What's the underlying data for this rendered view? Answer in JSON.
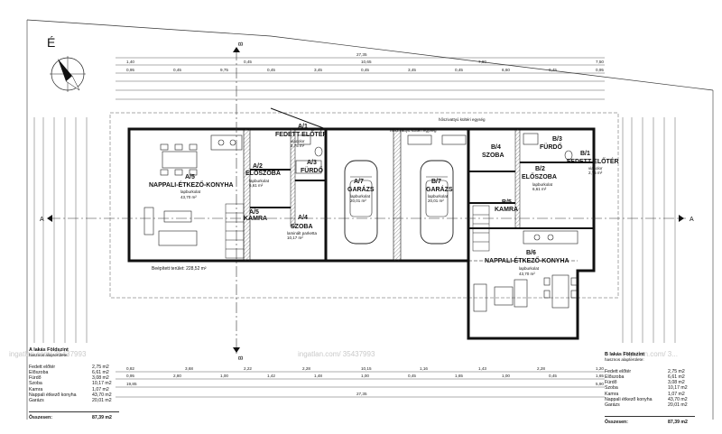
{
  "north_label": "É",
  "section_labels": {
    "a_left": "A",
    "a_right": "A",
    "b_top": "B",
    "b_bottom": "B"
  },
  "overall_dims": {
    "top": "27,35",
    "bottom": "27,35"
  },
  "rooms": {
    "a1": {
      "code": "A/1",
      "name": "FEDETT ELŐTÉR",
      "floor": "viacolor",
      "area": "2,75 m²"
    },
    "a2": {
      "code": "A/2",
      "name": "ELŐSZOBA",
      "floor": "lapburkolat",
      "area": "6,61 m²"
    },
    "a3": {
      "code": "A/3",
      "name": "FÜRDŐ"
    },
    "a4": {
      "code": "A/4",
      "name": "SZOBA",
      "floor": "laminált parketta",
      "area": "10,17 m²"
    },
    "a5": {
      "code": "A/5",
      "name": "NAPPALI-ÉTKEZŐ-KONYHA",
      "floor": "lapburkolat",
      "area": "43,70 m²"
    },
    "a55": {
      "code": "A/5",
      "name": "KAMRA"
    },
    "a7": {
      "code": "A/7",
      "name": "GARÁZS",
      "floor": "lapburkolat",
      "area": "20,01 m²"
    },
    "b7": {
      "code": "B/7",
      "name": "GARÁZS",
      "floor": "lapburkolat",
      "area": "20,01 m²"
    },
    "b1": {
      "code": "B/1",
      "name": "FEDETT ELŐTÉR",
      "floor": "viacolor",
      "area": "2,75 m²"
    },
    "b2": {
      "code": "B/2",
      "name": "ELŐSZOBA",
      "floor": "lapburkolat",
      "area": "6,61 m²"
    },
    "b3": {
      "code": "B/3",
      "name": "FÜRDŐ"
    },
    "b4": {
      "code": "B/4",
      "name": "SZOBA"
    },
    "b5": {
      "code": "B/5",
      "name": "KAMRA"
    },
    "b6": {
      "code": "B/6",
      "name": "NAPPALI-ÉTKEZŐ-KONYHA",
      "floor": "lapburkolat",
      "area": "43,70 m²"
    }
  },
  "heat_unit_label": "hőszivattyú kültéri egység",
  "built_area": "Beépített terület: 228,52 m²",
  "watermarks": [
    "ingatlan.com/ 35437993",
    "ingatlan.com/ 35437993",
    "ingatlan.com/ 3..."
  ],
  "table_a": {
    "title": "A lakás Földszint",
    "subtitle": "hasznos alapterülete:",
    "rows": [
      {
        "name": "Fedett előtér",
        "value": "2,75 m2"
      },
      {
        "name": "Előszoba",
        "value": "6,61 m2"
      },
      {
        "name": "Fürdő",
        "value": "3,08 m2"
      },
      {
        "name": "Szoba",
        "value": "10,17 m2"
      },
      {
        "name": "Kamra",
        "value": "1,07 m2"
      },
      {
        "name": "Nappali étkező konyha",
        "value": "43,70 m2"
      },
      {
        "name": "Garázs",
        "value": "20,01 m2"
      }
    ],
    "total_label": "Összesen:",
    "total_value": "87,39 m2"
  },
  "table_b": {
    "title": "B lakás Földszint",
    "subtitle": "hasznos alapterülete:",
    "rows": [
      {
        "name": "Fedett előtér",
        "value": "2,75 m2"
      },
      {
        "name": "Előszoba",
        "value": "6,61 m2"
      },
      {
        "name": "Fürdő",
        "value": "3,08 m2"
      },
      {
        "name": "Szoba",
        "value": "10,17 m2"
      },
      {
        "name": "Kamra",
        "value": "1,07 m2"
      },
      {
        "name": "Nappali étkező konyha",
        "value": "43,70 m2"
      },
      {
        "name": "Garázs",
        "value": "20,01 m2"
      }
    ],
    "total_label": "Összesen:",
    "total_value": "87,39 m2"
  },
  "dims_top_row1": [
    "1,40",
    "0,45",
    "10,65",
    "7,80",
    "7,50"
  ],
  "dims_top_row2": [
    "0,95",
    "0,45",
    "9,75",
    "0,45",
    "3,45",
    "0,45",
    "3,45",
    "0,45",
    "6,60",
    "0,45",
    "0,95"
  ],
  "dims_bottom_row1": [
    "0,82",
    "3,68",
    "2,22",
    "2,28",
    "10,15",
    "1,16",
    "1,43",
    "2,28",
    "1,20"
  ],
  "dims_bottom_row2": [
    "0,95",
    "2,80",
    "1,00",
    "1,42",
    "1,48",
    "1,00",
    "0,45",
    "1,65",
    "1,00",
    "0,45",
    "1,65"
  ],
  "dims_bottom_row3": [
    "19,85",
    "5,90"
  ]
}
